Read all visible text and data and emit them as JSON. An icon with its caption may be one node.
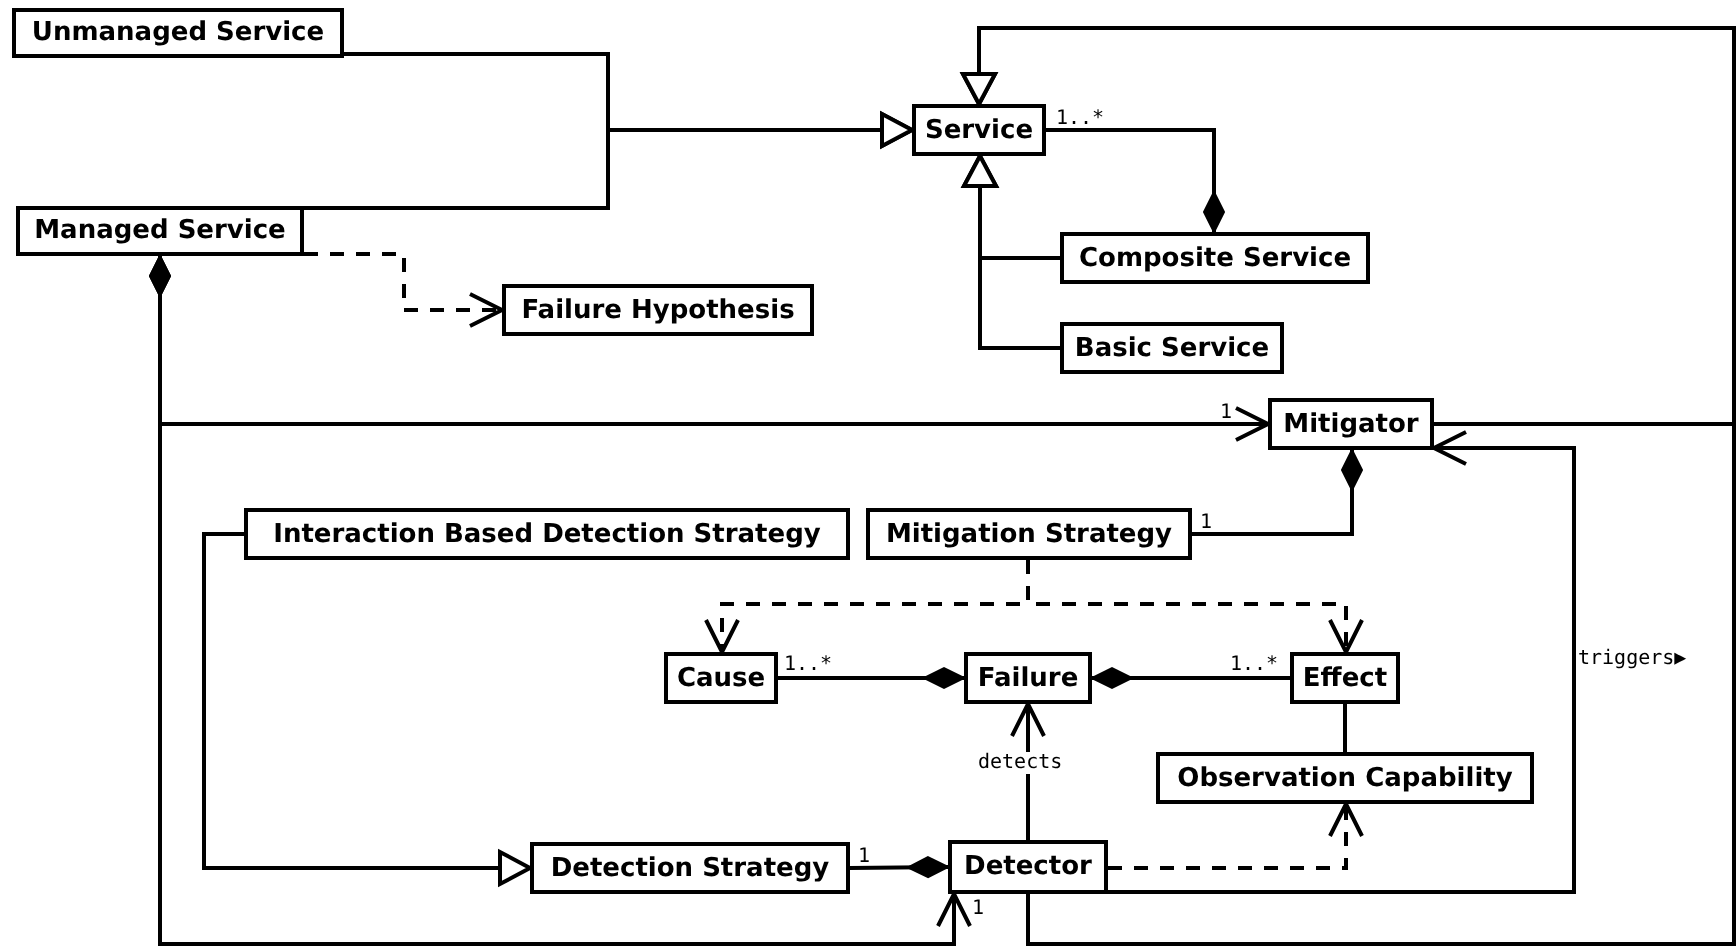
{
  "diagram": {
    "nodes": [
      {
        "text": [
          "Unmanaged Service"
        ]
      },
      {
        "text": [
          "Managed Service"
        ]
      },
      {
        "text": [
          "Service"
        ]
      },
      {
        "text": [
          "Composite Service"
        ]
      },
      {
        "text": [
          "Basic Service"
        ]
      },
      {
        "text": [
          "Failure Hypothesis"
        ]
      },
      {
        "text": [
          "Mitigator"
        ]
      },
      {
        "text": [
          "Interaction Based Detection Strategy"
        ]
      },
      {
        "text": [
          "Mitigation Strategy"
        ]
      },
      {
        "text": [
          "Cause"
        ]
      },
      {
        "text": [
          "Failure"
        ]
      },
      {
        "text": [
          "Effect"
        ]
      },
      {
        "text": [
          "Observation Capability"
        ]
      },
      {
        "text": [
          "Detection Strategy"
        ]
      },
      {
        "text": [
          "Detector"
        ]
      }
    ],
    "edges": [
      {
        "from": 0,
        "to": 2,
        "arrow": "to"
      },
      {
        "from": 1,
        "to": 2,
        "arrow": "to"
      },
      {
        "from": 3,
        "to": 2,
        "arrow": "to"
      },
      {
        "from": 4,
        "to": 2,
        "arrow": "to"
      },
      {
        "from": 2,
        "to": 3,
        "arrow": "other",
        "label": "1..*"
      },
      {
        "from": 1,
        "to": 5,
        "arrow": "to",
        "style": "dashed"
      },
      {
        "from": 1,
        "to": 6,
        "arrow": "to",
        "label": "1"
      },
      {
        "from": 1,
        "to": 14,
        "arrow": "to",
        "label": "1"
      },
      {
        "from": 6,
        "to": 2,
        "arrow": "to"
      },
      {
        "from": 8,
        "to": 6,
        "arrow": "other",
        "label": "1"
      },
      {
        "from": 8,
        "to": 9,
        "arrow": "to",
        "style": "dashed"
      },
      {
        "from": 8,
        "to": 11,
        "arrow": "to",
        "style": "dashed"
      },
      {
        "from": 9,
        "to": 10,
        "arrow": "other",
        "label": "1..*"
      },
      {
        "from": 11,
        "to": 10,
        "arrow": "other",
        "label": "1..*"
      },
      {
        "from": 11,
        "to": 12,
        "arrow": "none"
      },
      {
        "from": 14,
        "to": 10,
        "arrow": "to",
        "label": "detects"
      },
      {
        "from": 14,
        "to": 12,
        "arrow": "to",
        "style": "dashed"
      },
      {
        "from": 7,
        "to": 13,
        "arrow": "to"
      },
      {
        "from": 13,
        "to": 14,
        "arrow": "other",
        "label": "1"
      },
      {
        "from": 14,
        "to": 6,
        "arrow": "to",
        "label": "triggers▶"
      },
      {
        "from": 14,
        "to": 2,
        "arrow": "to"
      }
    ]
  }
}
